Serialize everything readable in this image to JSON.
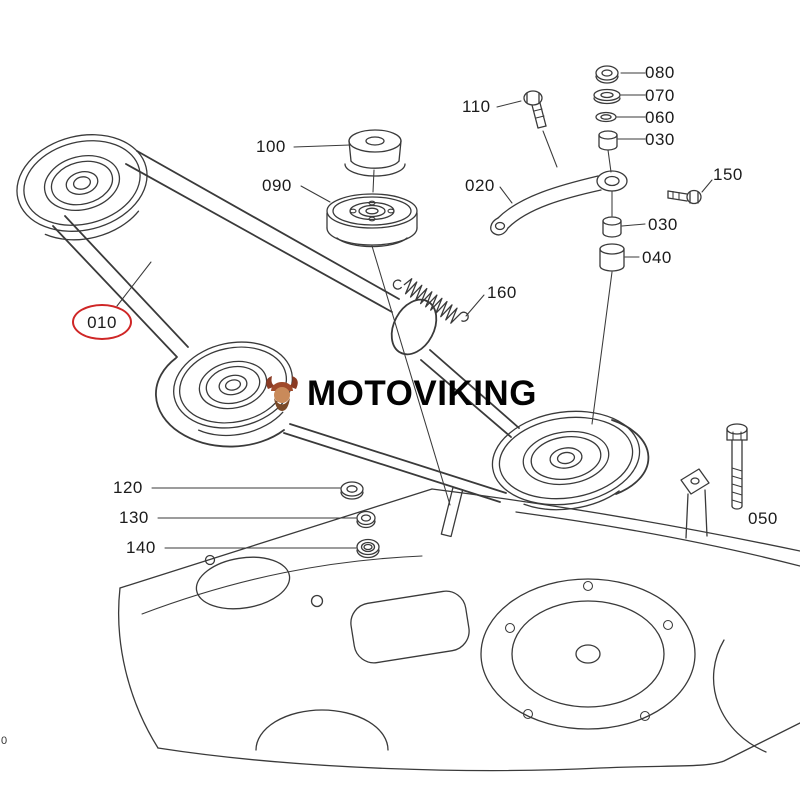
{
  "watermark": {
    "text": "MOTOVIKING"
  },
  "corner_mark": "0",
  "highlight_color": "#cf2626",
  "parts": {
    "p010": "010",
    "p020": "020",
    "p030_top": "030",
    "p030_mid": "030",
    "p040": "040",
    "p050": "050",
    "p060": "060",
    "p070": "070",
    "p080": "080",
    "p090": "090",
    "p100": "100",
    "p110": "110",
    "p120": "120",
    "p130": "130",
    "p140": "140",
    "p150": "150",
    "p160": "160"
  }
}
